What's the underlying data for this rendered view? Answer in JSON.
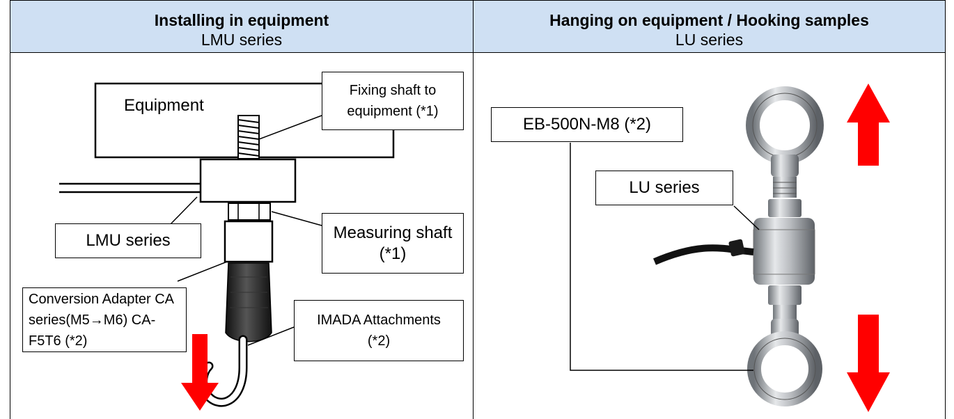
{
  "left_panel": {
    "title": "Installing in equipment",
    "subtitle": "LMU series",
    "labels": {
      "equipment": "Equipment",
      "fixing_shaft": "Fixing shaft to equipment (*1)",
      "lmu_series": "LMU series",
      "measuring_shaft": "Measuring shaft (*1)",
      "conversion_adapter": "Conversion Adapter CA series(M5→M6) CA-F5T6 (*2)",
      "imada_attachments": "IMADA Attachments (*2)"
    }
  },
  "right_panel": {
    "title": "Hanging on equipment / Hooking samples",
    "subtitle": "LU series",
    "labels": {
      "eyebolt": "EB-500N-M8 (*2)",
      "lu_series": "LU series"
    }
  },
  "colors": {
    "header_bg": "#cfe0f3",
    "arrow": "#ff0000",
    "metal": "#b9bcc0"
  }
}
